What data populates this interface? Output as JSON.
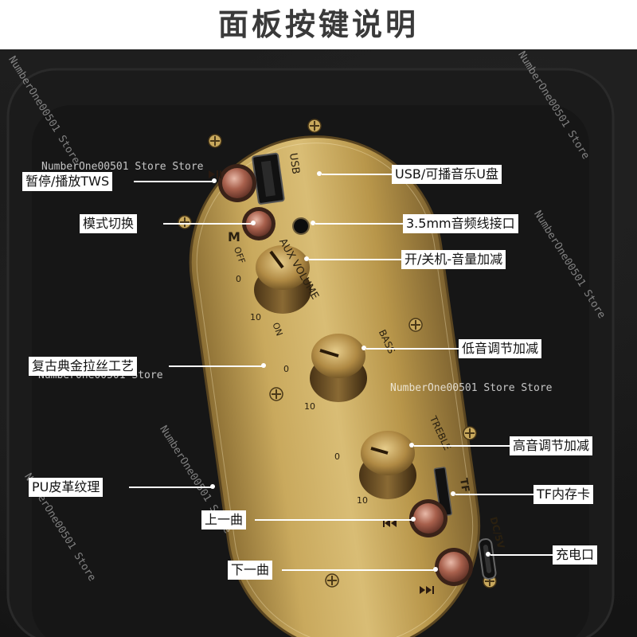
{
  "title": "面板按键说明",
  "labels": {
    "pause_play": "暂停/播放TWS",
    "mode_switch": "模式切换",
    "retro_gold": "复古典金拉丝工艺",
    "pu_leather": "PU皮革纹理",
    "prev_track": "上一曲",
    "next_track": "下一曲",
    "usb": "USB/可播音乐U盘",
    "aux": "3.5mm音频线接口",
    "power_volume": "开/关机-音量加减",
    "bass": "低音调节加减",
    "treble": "高音调节加减",
    "tf": "TF内存卡",
    "charge": "充电口"
  },
  "panel_text": {
    "usb": "USB",
    "aux_volume": "AUX VOLUME",
    "m": "M",
    "off": "OFF",
    "on": "ON",
    "zero": "0",
    "ten": "10",
    "bass": "BASS",
    "treble": "TREBLE",
    "tf": "TF",
    "dc5v": "DC/5V"
  },
  "watermark": "NumberOne00501 Store",
  "watermark_store_store": "NumberOne00501 Store Store",
  "colors": {
    "gold": "#b8964a",
    "leather": "#181818",
    "button": "#9a5a4a"
  }
}
